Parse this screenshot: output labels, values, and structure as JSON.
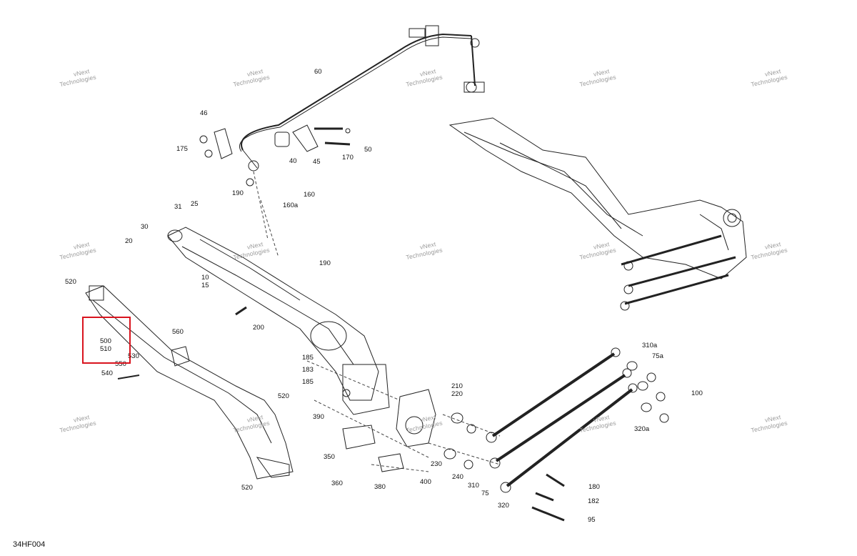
{
  "diagram": {
    "figure_id": "34HF004",
    "watermark": {
      "line1": "vNext",
      "line2": "Technologies"
    },
    "highlighted_callouts": [
      "500",
      "510"
    ],
    "callouts": {
      "c60": "60",
      "c46": "46",
      "c175": "175",
      "c40": "40",
      "c45": "45",
      "c170": "170",
      "c50": "50",
      "c190a": "190",
      "c31": "31",
      "c25": "25",
      "c160": "160",
      "c160a": "160a",
      "c30": "30",
      "c20": "20",
      "c190b": "190",
      "c10": "10",
      "c15": "15",
      "c520a": "520",
      "c200": "200",
      "c560": "560",
      "c530": "530",
      "c550": "550",
      "c540": "540",
      "c185a": "185",
      "c183": "183",
      "c185b": "185",
      "c210": "210",
      "c220": "220",
      "c520b": "520",
      "c390": "390",
      "c350": "350",
      "c360": "360",
      "c380": "380",
      "c400": "400",
      "c230": "230",
      "c240": "240",
      "c310": "310",
      "c75a": "75",
      "c320a": "320",
      "c310a": "310a",
      "c75b": "75a",
      "c100": "100",
      "c320b": "320a",
      "c180": "180",
      "c182": "182",
      "c95": "95",
      "c520c": "520"
    }
  }
}
